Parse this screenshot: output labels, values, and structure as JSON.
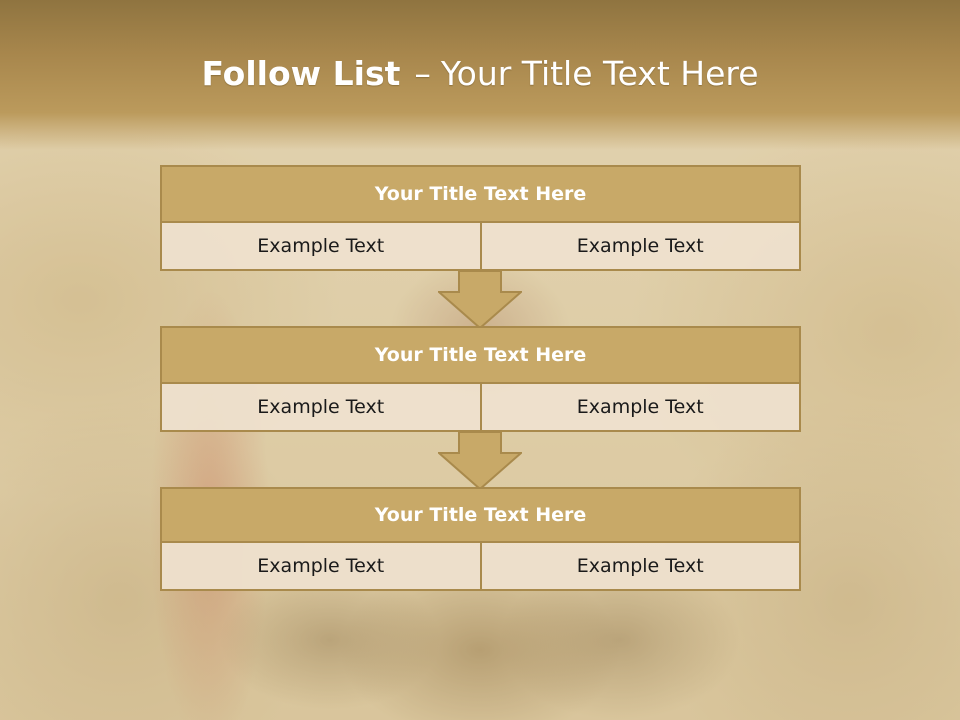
{
  "title": {
    "bold": "Follow List",
    "separator": "–",
    "rest": "Your Title Text Here"
  },
  "steps": [
    {
      "heading": "Your Title Text Here",
      "cells": [
        "Example Text",
        "Example Text"
      ]
    },
    {
      "heading": "Your Title Text Here",
      "cells": [
        "Example Text",
        "Example Text"
      ]
    },
    {
      "heading": "Your Title Text Here",
      "cells": [
        "Example Text",
        "Example Text"
      ]
    }
  ],
  "colors": {
    "header_fill": "#c8a968",
    "border": "#a98a4c",
    "cell_fill": "#eee0ce",
    "arrow_fill": "#c8a968"
  },
  "icons": {
    "connector": "down-arrow-icon"
  }
}
